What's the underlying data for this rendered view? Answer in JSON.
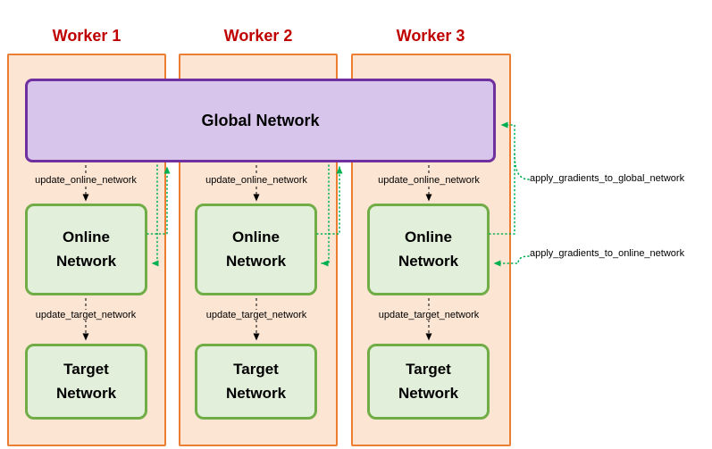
{
  "diagram": {
    "global_label": "Global Network",
    "workers": [
      {
        "name": "Worker 1",
        "update_online_label": "update_online_network",
        "online_label": "Online Network",
        "update_target_label": "update_target_network",
        "target_label": "Target Network"
      },
      {
        "name": "Worker 2",
        "update_online_label": "update_online_network",
        "online_label": "Online Network",
        "update_target_label": "update_target_network",
        "target_label": "Target Network"
      },
      {
        "name": "Worker 3",
        "update_online_label": "update_online_network",
        "online_label": "Online Network",
        "update_target_label": "update_target_network",
        "target_label": "Target Network"
      }
    ],
    "side_labels": {
      "apply_to_global": "apply_gradients_to_global_network",
      "apply_to_online": "apply_gradients_to_online_network"
    },
    "colors": {
      "worker_border": "#ed7d31",
      "worker_fill": "#fce5d3",
      "worker_title": "#c00000",
      "global_border": "#7030a0",
      "global_fill": "#d8c5ec",
      "network_border": "#70ad47",
      "network_fill": "#e2efda",
      "gradient_arrow": "#00b050",
      "update_arrow": "#000000"
    }
  }
}
